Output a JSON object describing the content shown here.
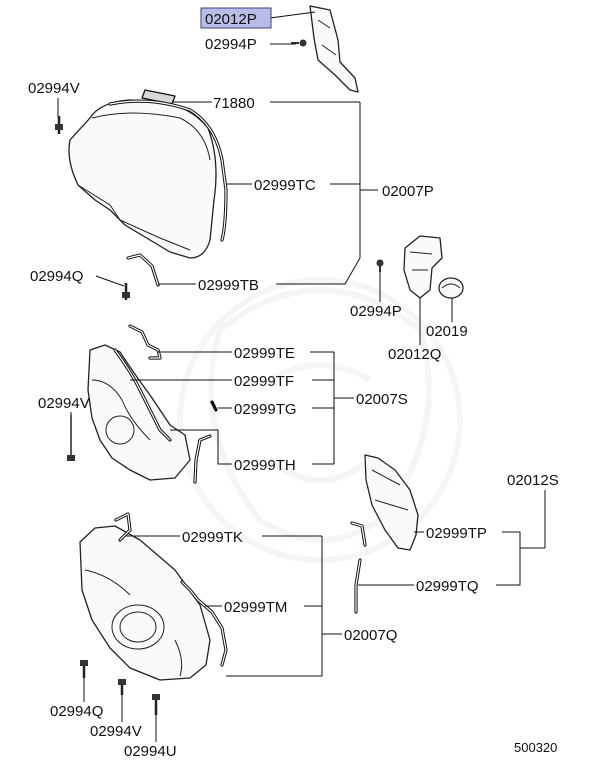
{
  "diagram": {
    "highlighted_part": "02012P",
    "figure_number": "500320",
    "labels": {
      "p02012P": "02012P",
      "p02994P_top": "02994P",
      "p02994V_top": "02994V",
      "p71880": "71880",
      "p02999TC": "02999TC",
      "p02007P": "02007P",
      "p02994Q_mid": "02994Q",
      "p02999TB": "02999TB",
      "p02994P_right": "02994P",
      "p02019": "02019",
      "p02012Q": "02012Q",
      "p02999TE": "02999TE",
      "p02999TF": "02999TF",
      "p02007S": "02007S",
      "p02994V_mid": "02994V",
      "p02999TG": "02999TG",
      "p02999TH": "02999TH",
      "p02012S": "02012S",
      "p02999TK": "02999TK",
      "p02999TP": "02999TP",
      "p02999TQ": "02999TQ",
      "p02999TM": "02999TM",
      "p02007Q": "02007Q",
      "p02994Q_bot": "02994Q",
      "p02994V_bot": "02994V",
      "p02994U": "02994U"
    },
    "colors": {
      "highlight_fill": "#b9bde6",
      "line": "#111111"
    }
  }
}
